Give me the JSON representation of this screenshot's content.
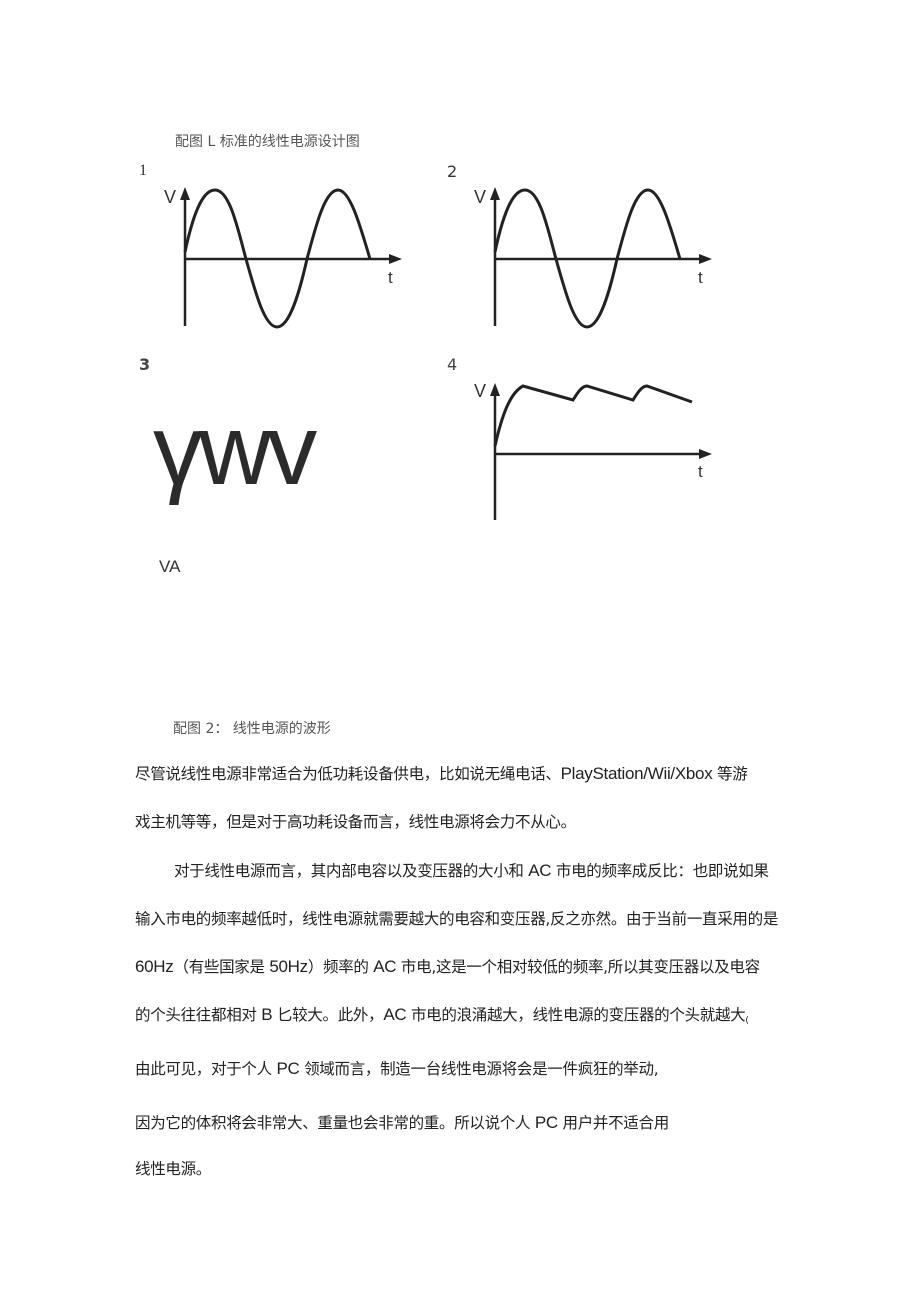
{
  "figure1": {
    "caption": "配图 L 标准的线性电源设计图"
  },
  "figure2": {
    "caption": "配图 2： 线性电源的波形",
    "panels": [
      {
        "number": "1",
        "y_label": "V",
        "x_label": "t",
        "waveform": "sine"
      },
      {
        "number": "2",
        "y_label": "V",
        "x_label": "t",
        "waveform": "sine"
      },
      {
        "number": "3",
        "big_text": "γwv",
        "sub_label": "VA"
      },
      {
        "number": "4",
        "y_label": "V",
        "x_label": "t",
        "waveform": "ripple-dc"
      }
    ]
  },
  "chart_data": [
    {
      "type": "line",
      "title": "1",
      "xlabel": "t",
      "ylabel": "V",
      "description": "Sine wave, ~1.5 cycles, starting at 0 rising",
      "x": [
        0,
        0.25,
        0.5,
        0.75,
        1.0,
        1.25,
        1.5
      ],
      "values": [
        0,
        1,
        0,
        -1,
        0,
        1,
        0
      ]
    },
    {
      "type": "line",
      "title": "2",
      "xlabel": "t",
      "ylabel": "V",
      "description": "Sine wave, ~1.5 cycles, starting at 0 rising",
      "x": [
        0,
        0.25,
        0.5,
        0.75,
        1.0,
        1.25,
        1.5
      ],
      "values": [
        0,
        1,
        0,
        -1,
        0,
        1,
        0
      ]
    },
    {
      "type": "line",
      "title": "4",
      "xlabel": "t",
      "ylabel": "V",
      "description": "Filtered DC with sawtooth ripple",
      "x": [
        0,
        0.13,
        0.36,
        0.42,
        0.64,
        0.7,
        0.91
      ],
      "values": [
        0.12,
        1.0,
        0.8,
        1.0,
        0.8,
        1.0,
        0.78
      ]
    }
  ],
  "paragraphs": {
    "p1_line1_a": "尽管说线性电源非常适合为低功耗设备供电，比如说无绳电话、",
    "p1_line1_b": "PlayStation/Wii/Xbox",
    "p1_line1_c": " 等游",
    "p1_line2": "戏主机等等，但是对于高功耗设备而言，线性电源将会力不从心。",
    "p2_line1_a": "对于线性电源而言，其内部电容以及变压器的大小和 ",
    "p2_line1_b": "AC",
    "p2_line1_c": " 市电的频率成反比：也即说如果",
    "p2_line2": "输入市电的频率越低时，线性电源就需要越大的电容和变压器,反之亦然。由于当前一直采用的是",
    "p2_line3_a": "60Hz",
    "p2_line3_b": "（有些国家是 ",
    "p2_line3_c": "50Hz",
    "p2_line3_d": "）频率的 ",
    "p2_line3_e": "AC",
    "p2_line3_f": " 市电,这是一个相对较低的频率,所以其变压器以及电容",
    "p2_line4_a": "的个头往往都相对 ",
    "p2_line4_b": "B",
    "p2_line4_c": " 匕较大。此外，",
    "p2_line4_d": "AC",
    "p2_line4_e": " 市电的浪涌越大，线性电源的变压器的个头就越大",
    "p2_line4_f": "(",
    "p3_line1_a": "由此可见，对于个人 ",
    "p3_line1_b": "PC",
    "p3_line1_c": " 领域而言，制造一台线性电源将会是一件疯狂的举动,",
    "p3_line2_a": "因为它的体积将会非常大、重量也会非常的重。所以说个人 ",
    "p3_line2_b": "PC",
    "p3_line2_c": " 用户并不适合用",
    "p3_line3": "线性电源。"
  }
}
